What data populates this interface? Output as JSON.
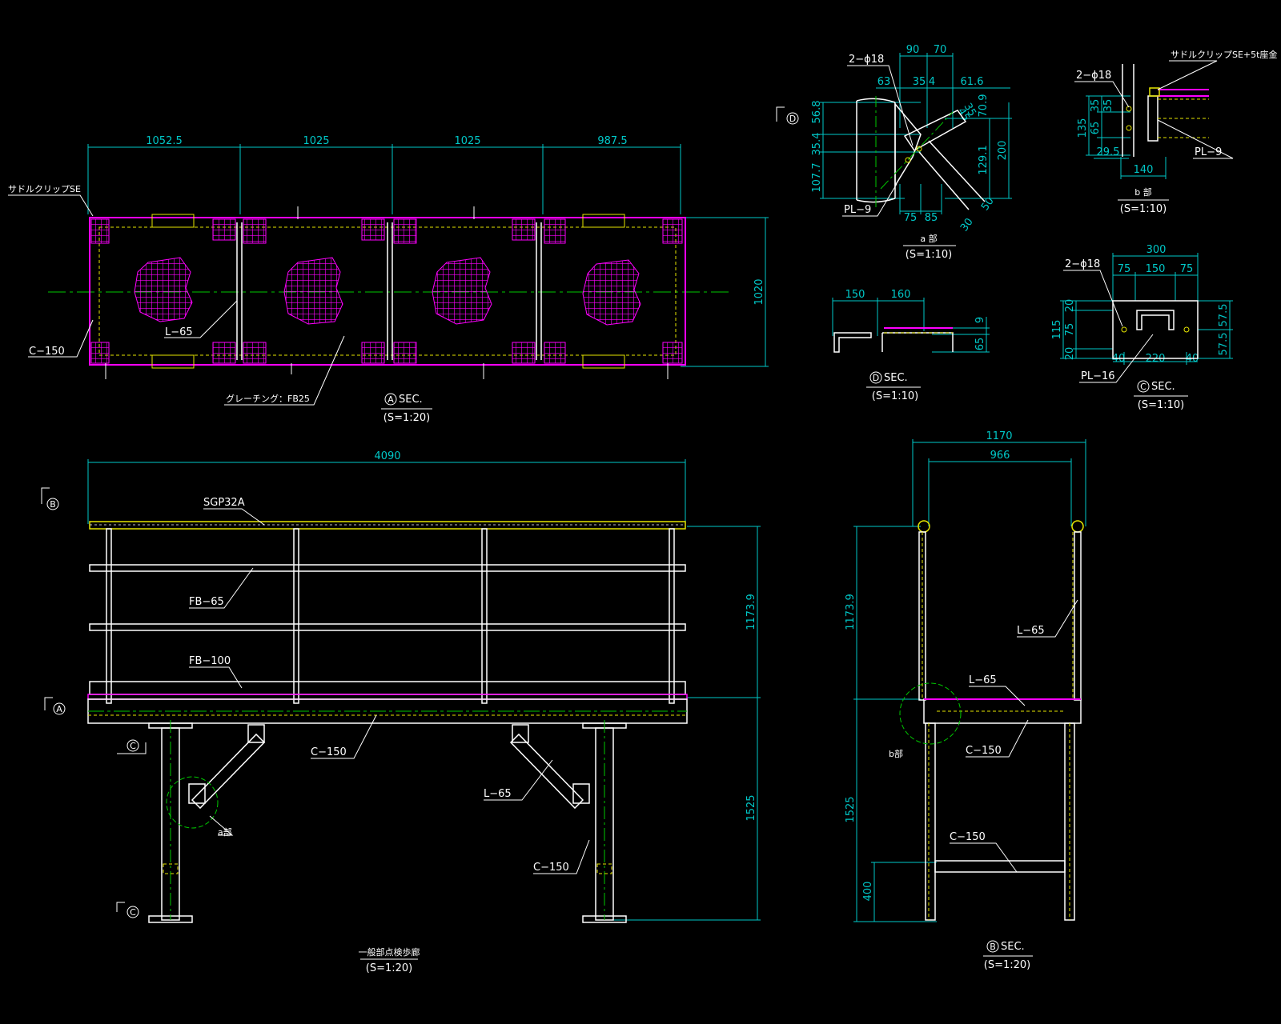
{
  "colors": {
    "background": "#000000",
    "dimension": "#00c8c8",
    "frame_white": "#ffffff",
    "steel_yellow": "#e6e600",
    "grating_magenta": "#ff00ff",
    "center_green": "#00c800"
  },
  "plan": {
    "dims": [
      "1052.5",
      "1025",
      "1025",
      "987.5"
    ],
    "width_dim": "1020",
    "labels": {
      "saddle": "サドルクリップSE",
      "c150": "C−150",
      "l65": "L−65",
      "grating": "グレーチング：FB25"
    },
    "section": {
      "mark": "A",
      "title": "SEC.",
      "scale": "(S=1:20)"
    }
  },
  "elevation": {
    "total": "4090",
    "railing_height": "1173.9",
    "support_height": "1525",
    "labels": {
      "sgp": "SGP32A",
      "fb65": "FB−65",
      "fb100": "FB−100",
      "c150_beam": "C−150",
      "l65_brace": "L−65",
      "c150_col": "C−150",
      "a_detail": "a部"
    },
    "marks": {
      "b": "B",
      "a": "A",
      "c1": "C",
      "c2": "C"
    },
    "caption": "一般部点検歩廊",
    "scale": "(S=1:20)"
  },
  "b_section": {
    "outer": "1170",
    "inner": "966",
    "rail_h": "1173.9",
    "leg_h": "1525",
    "bottom": "400",
    "labels": {
      "l65_a": "L−65",
      "l65_b": "L−65",
      "c150_a": "C−150",
      "c150_b": "C−150",
      "b_detail": "b部"
    },
    "section": {
      "mark": "B",
      "title": "SEC.",
      "scale": "(S=1:20)"
    }
  },
  "detail_a": {
    "dims_top": [
      "90",
      "70"
    ],
    "dims_2": [
      "63",
      "35",
      "4",
      "61.6"
    ],
    "dims_left": [
      "56.8",
      "35.4",
      "107.7"
    ],
    "dims_right": [
      "70.9",
      "129.1",
      "200"
    ],
    "dims_bottom": [
      "75",
      "85"
    ],
    "dims_diag": [
      "35",
      "45",
      "30",
      "50"
    ],
    "hole": "2−ϕ18",
    "plate": "PL−9",
    "mark": "D",
    "title": "a 部",
    "scale": "(S=1:10)"
  },
  "detail_b": {
    "label_top": "サドルクリップSE+5t座金",
    "hole": "2−ϕ18",
    "dims_left": [
      "135",
      "35",
      "65",
      "35"
    ],
    "dims_bottom": [
      "29.5",
      "140"
    ],
    "plate": "PL−9",
    "title": "b 部",
    "scale": "(S=1:10)"
  },
  "section_d": {
    "dims_top": [
      "150",
      "160"
    ],
    "dims_right": [
      "9",
      "65"
    ],
    "mark": "D",
    "title": "SEC.",
    "scale": "(S=1:10)"
  },
  "section_c": {
    "top": "300",
    "row": [
      "75",
      "150",
      "75"
    ],
    "left": [
      "20",
      "75",
      "20"
    ],
    "left_total": "115",
    "right": [
      "57.5",
      "57.5"
    ],
    "bottom": [
      "40",
      "220",
      "40"
    ],
    "hole": "2−ϕ18",
    "plate": "PL−16",
    "mark": "C",
    "title": "SEC.",
    "scale": "(S=1:10)"
  }
}
